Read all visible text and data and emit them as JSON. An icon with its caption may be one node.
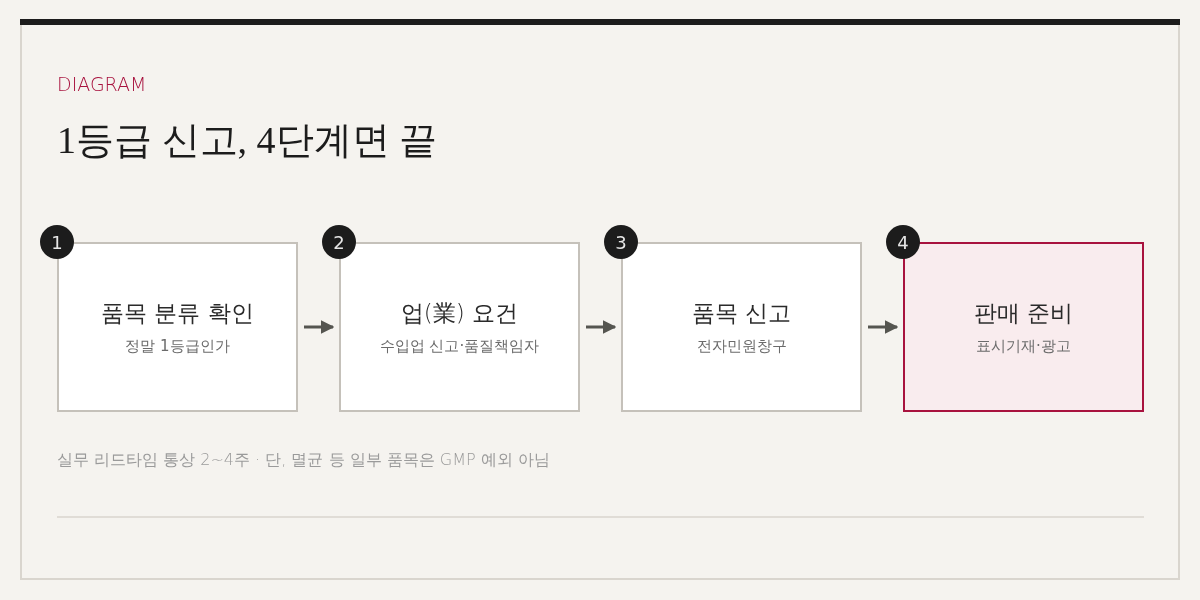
{
  "diagram": {
    "title": "1등급 신고, 4단계면 끝",
    "nodes": [
      {
        "text": [
          "1"
        ]
      },
      {
        "text": [
          "품목 분류 확인",
          "정말 1등급인가"
        ]
      },
      {
        "text": [
          "2"
        ]
      },
      {
        "text": [
          "업(業) 요건",
          "수입업 신고·품질책임자"
        ]
      },
      {
        "text": [
          "3"
        ]
      },
      {
        "text": [
          "품목 신고",
          "전자민원창구"
        ]
      },
      {
        "text": [
          "4"
        ]
      },
      {
        "text": [
          "판매 준비",
          "표시기재·광고"
        ]
      }
    ],
    "edges": [
      {
        "from": 1,
        "to": 3,
        "arrow": "to"
      },
      {
        "from": 3,
        "to": 5,
        "arrow": "to"
      },
      {
        "from": 5,
        "to": 7,
        "arrow": "to"
      }
    ],
    "labels": [
      "DIAGRAM",
      "실무 리드타임 통상 2~4주 · 단, 멸균 등 일부 품목은 GMP 예외 아님"
    ]
  }
}
